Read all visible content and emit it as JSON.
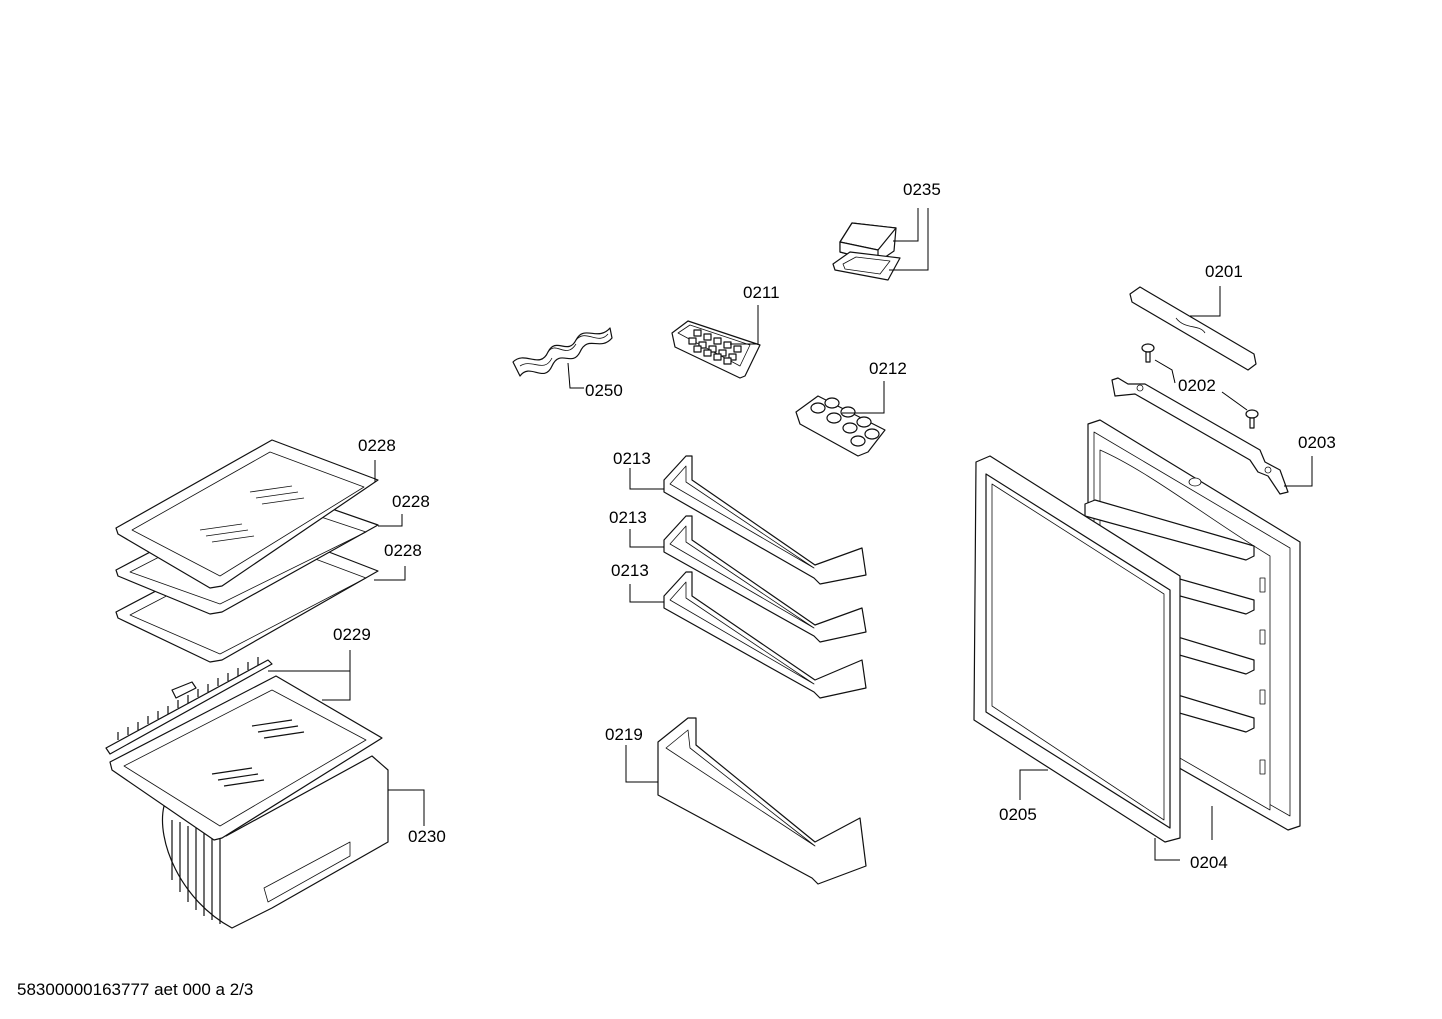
{
  "callouts": {
    "c0235": "0235",
    "c0211": "0211",
    "c0250": "0250",
    "c0212": "0212",
    "c0201": "0201",
    "c0202": "0202",
    "c0203": "0203",
    "c0228a": "0228",
    "c0228b": "0228",
    "c0228c": "0228",
    "c0229": "0229",
    "c0230": "0230",
    "c0213a": "0213",
    "c0213b": "0213",
    "c0213c": "0213",
    "c0219": "0219",
    "c0205": "0205",
    "c0204": "0204"
  },
  "footer": "58300000163777 aet 000 a 2/3"
}
